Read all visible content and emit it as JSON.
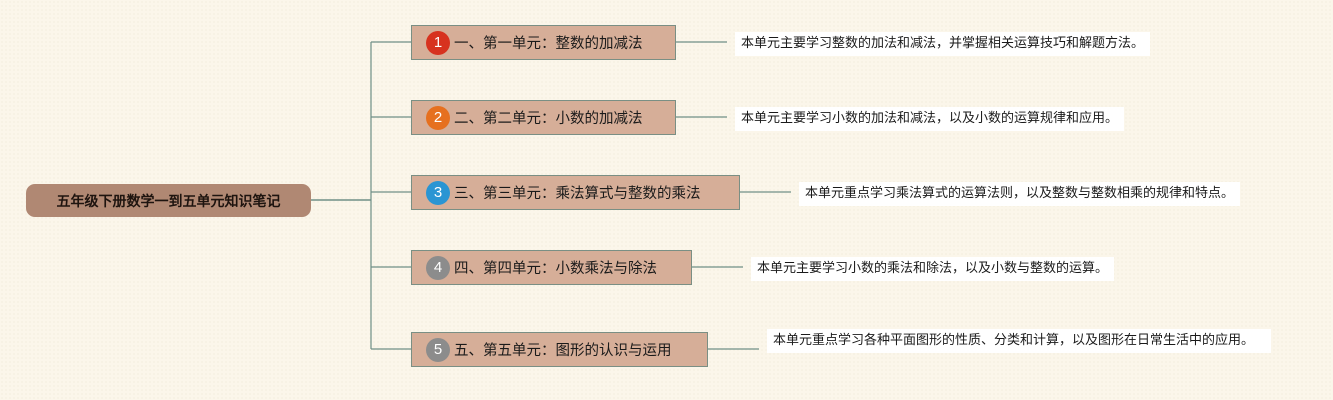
{
  "root": {
    "label": "五年级下册数学一到五单元知识笔记"
  },
  "colors": {
    "root_fill": "#b08873",
    "branch_fill": "#d6ae98",
    "connector": "#6f8f86",
    "badge_1": "#d7321f",
    "badge_2": "#e6701f",
    "badge_3": "#2a95d3",
    "badge_4": "#8c8c8c",
    "badge_5": "#8c8c8c"
  },
  "branches": [
    {
      "number": "1",
      "badge_color": "#d7321f",
      "label": "一、第一单元：整数的加减法",
      "description": "本单元主要学习整数的加法和减法，并掌握相关运算技巧和解题方法。"
    },
    {
      "number": "2",
      "badge_color": "#e6701f",
      "label": "二、第二单元：小数的加减法",
      "description": "本单元主要学习小数的加法和减法，以及小数的运算规律和应用。"
    },
    {
      "number": "3",
      "badge_color": "#2a95d3",
      "label": "三、第三单元：乘法算式与整数的乘法",
      "description": "本单元重点学习乘法算式的运算法则，以及整数与整数相乘的规律和特点。"
    },
    {
      "number": "4",
      "badge_color": "#8c8c8c",
      "label": "四、第四单元：小数乘法与除法",
      "description": "本单元主要学习小数的乘法和除法，以及小数与整数的运算。"
    },
    {
      "number": "5",
      "badge_color": "#8c8c8c",
      "label": "五、第五单元：图形的认识与运用",
      "description": "本单元重点学习各种平面图形的性质、分类和计算，以及图形在日常生活中的应用。"
    }
  ]
}
